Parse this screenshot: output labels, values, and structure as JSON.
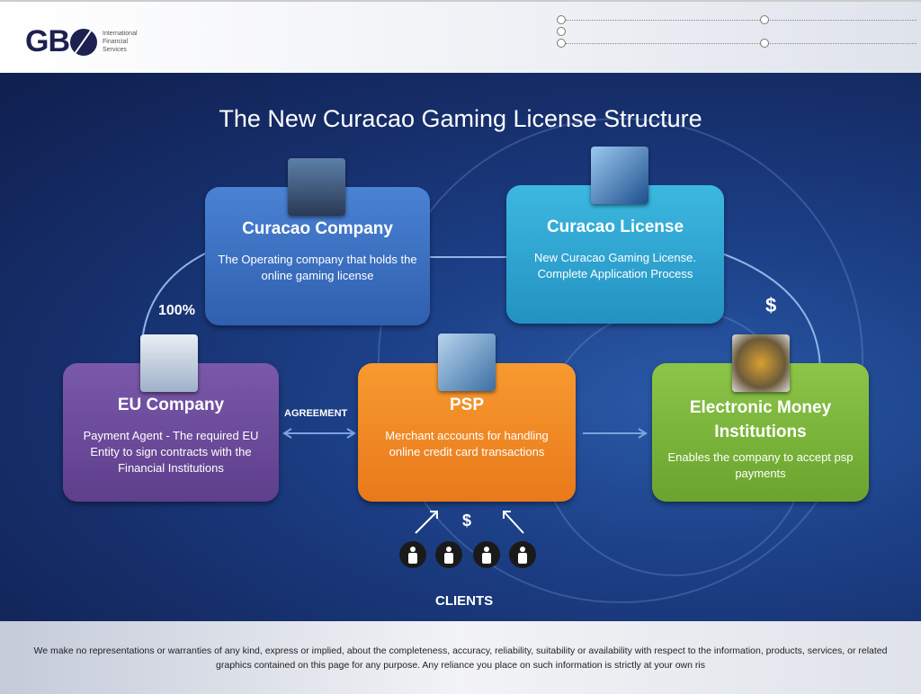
{
  "header": {
    "logo_text": "GB",
    "logo_sub": [
      "International",
      "Financial",
      "Services"
    ]
  },
  "slide": {
    "title": "The New Curacao Gaming License Structure",
    "boxes": {
      "curacao_company": {
        "title": "Curacao Company",
        "text": "The Operating company that holds the online gaming license",
        "color": "#3b6fc2",
        "icon": "handshake-icon"
      },
      "curacao_license": {
        "title": "Curacao License",
        "text": "New Curacao Gaming License. Complete Application Process",
        "color": "#2ea4cf",
        "icon": "skyscraper-icon"
      },
      "eu_company": {
        "title": "EU Company",
        "text": "Payment Agent - The required EU Entity to sign contracts with the Financial Institutions",
        "color": "#6c4b9c",
        "icon": "business-people-icon"
      },
      "psp": {
        "title": "PSP",
        "text": "Merchant accounts for handling online credit card transactions",
        "color": "#f08a22",
        "icon": "credit-cards-icon"
      },
      "emi": {
        "title": "Electronic Money Institutions",
        "text": "Enables the company to accept psp payments",
        "color": "#7bb53b",
        "icon": "dollar-key-icon"
      }
    },
    "labels": {
      "ownership": "100%",
      "agreement": "AGREEMENT",
      "dollar_emi": "$",
      "dollar_clients": "$",
      "clients": "CLIENTS"
    }
  },
  "footer": {
    "disclaimer": "We make no representations or warranties of any kind, express or implied, about the completeness, accuracy, reliability, suitability or availability with respect to the information, products, services, or related graphics contained on this page for any purpose. Any reliance you place on such information is strictly at your own ris"
  }
}
